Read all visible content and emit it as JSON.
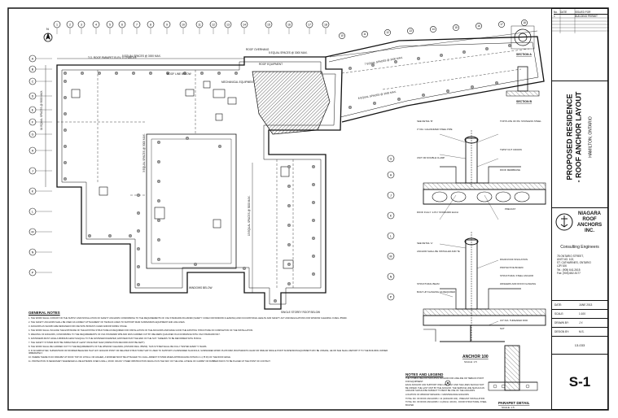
{
  "project": {
    "title_line1": "PROPOSED RESIDENCE",
    "title_line2": "- ROOF ANCHOR LAYOUT",
    "location": "HAMILTON, ONTARIO"
  },
  "revisions": {
    "header": [
      "No.",
      "DATE",
      "ISSUED FOR"
    ],
    "rows": [
      [
        "1",
        "",
        "BUILDING PERMIT"
      ]
    ]
  },
  "company": {
    "name_line1": "NIAGARA",
    "name_line2": "ROOF",
    "name_line3": "ANCHORS",
    "name_line4": "INC.",
    "subtitle": "Consulting Engineers",
    "address": [
      "78 ONTARIO STREET,",
      "UNIT NO. 102,",
      "ST. CATHARINES, ONTARIO",
      "L2R 5J6"
    ],
    "tel": "Tel.: (905) 641-2615",
    "fax": "Fax: (905) 682-5177"
  },
  "sheet_info": {
    "date_label": "DATE:",
    "date_value": "JUNE 2013",
    "scale_label": "SCALE:",
    "scale_value": "1:100",
    "drawn_label": "DRAWN BY:",
    "drawn_value": "J.Y.",
    "design_label": "DESIGN BY:",
    "design_value": "M.S."
  },
  "project_no": "13-033",
  "sheet_no": "S-1",
  "plan_labels": {
    "roof_overhang": "ROOF OVERHANG",
    "roof_equip": "ROOF EQUIPMENT",
    "mechanical": "MECHANICAL EQUIPMENT",
    "spacing_a": "5 EQUAL SPACES @ 3000 MAX.",
    "spacing_b": "7 EQUAL SPACES @ 3000 MAX.",
    "spacing_c": "5 EQUAL SPACES @ 3000 MAX.",
    "spacing_d": "6 EQUAL SPACES @ 3000 MAX.",
    "vertical_a": "11 EQUAL SPACES @ 3000 MAX.",
    "vertical_b": "3 EQUAL SPACES @ 3000 MAX.",
    "vertical_c": "13 EQUAL SPACES @ 3000 MAX.",
    "single_storey": "SINGLE STOREY ROOF BELOW",
    "windows": "WINDOWS BELOW",
    "typ_anchor": "T.O. ROOF PARAPET ELEV. 0.72 ABOVE",
    "roof_below": "ROOF LINE BELOW"
  },
  "grid_letters": [
    "A",
    "B",
    "C",
    "D",
    "E",
    "F",
    "G",
    "H",
    "J",
    "K",
    "L",
    "M",
    "N",
    "P"
  ],
  "grid_numbers": [
    "1",
    "2",
    "3",
    "4",
    "5",
    "6",
    "7",
    "8",
    "9",
    "10",
    "11",
    "12",
    "13",
    "14",
    "15",
    "16",
    "17",
    "18"
  ],
  "general_notes": {
    "title": "GENERAL NOTES",
    "items": [
      "1. THE WORK SHALL CONSIST OF THE SUPPLY AND INSTALLATION OF SAFETY ANCHORS CONFORMING TO THE REQUIREMENTS OF CSA STANDARD Z91-M1990 (SAFETY CODE FOR WINDOW CLEANING) AND OCCUPATIONAL HEALTH AND SAFETY ACT AND REGULATIONS FOR WINDOW CLEANING O.REG. 859/90.",
      "2. THE SAFETY ANCHORS SHALL BE USED AS A DIRECT ATTACHMENT OF TIE BACK LINES TO SUPPORT MAIN SUSPENSION EQUIPMENT AND LIFE LINES.",
      "3. ANCHORS AS SHOWN ARE DESIGNED FOR USE WITH BOSUN'S CHAIR AND/OR SWING STAGE.",
      "4. THE WORK SHALL INCLUDE THE EXPOSURE OF THE EXISTING STRUCTURE AS REQUIRED FOR INSTALLATION OF THE ANCHORS AND MAKE GOOD THE EXISTING STRUCTURE ON COMPLETION OF THE INSTALLATION.",
      "5. WELDING OF ANCHORS, CONFORMING TO THE REQUIREMENTS OF CSA STANDARD W59 AND WAS CARRIED OUT BY WELDERS QUALIFIED IN ACCORDANCE WITH CSA STANDARD W47.",
      "6. FASTENERS MUST HAVE A MINIMUM LENGTH EQUAL TO THE FASTENER DIAMETER, EXPOSED PAST THE END OF THE NUT. THREADS TO BE DEFORMED WITH PUNCH.",
      "7. THE SAFETY SYSTEM MUST BE INSPECTED AT LEAST ONCE PER YEAR (INSPECTION RECORD MUST BE KEPT).",
      "8. THE WORK SHALL BE CARRIED OUT TO THE REQUIREMENTS OF THE WINDOW CLEANING (ONTARIO REG. 859/90). THIS SYSTEM SHALL BE FULLY TESTED EVERY 5 YEARS.",
      "9. IF AN EMPLOYER, SUPERVISOR OR WORKER BELIEVES THAT ANY ANCHOR POINT OR RELATED STRUCTURE THAT IS USED TO SUPPORT A SUSPENDED SCAFFOLD, SUSPENDED WORK PLATFORM, BOATSWAIN'S CHAIR OR SIMILAR SINGLE POINT SUSPENSION EQUIPMENT MAY BE UNSAFE, HE OR SHE SHALL REPORT IT TO THE BUILDING OWNER IMMEDIATELY.",
      "10. WHERE THERE IS NO PARAPET AT ROOF TOP OF 1070mm OR HIGHER, A WORKER MUST BE ATTACHED TO A FALL ARREST SYSTEM WHEN APPROACHING WITHIN 2 m (78 IN) OF THE ROOF EDGE.",
      "11. PROTECTION IS NECESSARY WHENEVER A LINE EXTENDS OVER A WALL, ROOF OR ANY OTHER OBSTRUCTION WHICH IS IN THE WAY OF THE LINE. A PIECE OF CARPET OR RUBBER PAD IS TO BE PLACED AT THE POINT OF CONTACT."
    ]
  },
  "legend": {
    "title": "NOTES AND LEGEND",
    "items": [
      "THE SYMBOL BELOW INDICATES ANCHOR FOR LIFELINE OR TIEBACK POINT FOR EQUIPMENT.",
      "EACH ANCHOR CAN SUPPORT ONE LINE ONLY AND THE LINES SHOULD NOT BE JOINED. THE LAST UNIT BY THE ANCHOR. THE SERVICE LINE SHOULD AN ANCHOR SHOULD BE SUBJECT TO BEST BE USE OF THE ANCHORS.",
      "LOCATION OF WINDOW WASHING = MAINTENANCE ANCHORS",
      "TOTAL NO. OF ROOF ANCHORS = 41 (ANCHOR 100) - PRECAST INSTALLATION",
      "TOTAL NO. OF ROOF ANCHORS = 4 (ANCH. 100-W) - DOOR STRUCTURAL STEEL BOLTED"
    ]
  },
  "details": {
    "anchor_title": "ANCHOR 100",
    "anchor_scale": "SCALE: 1:5",
    "parapet_title": "PARAPET DETAIL",
    "parapet_scale": "SCALE: 1:5",
    "section_a": "SECTION A",
    "section_b": "SECTION B",
    "anchor_notes": [
      "SEE DETAIL 'B'",
      "TOP PLATE OF 6M. STAINLESS STEEL",
      "3\" DIA. GALVANIZED STEEL PIPE",
      "TWIST NUT CROWN",
      "UNIT OR DOUBLE CLAMP",
      "ROOF MEMBRANE",
      "ROOF FULLY: 2-PLY STANDARD EACH PLY SEALED",
      "PRECAST",
      "STRUCTURAL BEAM",
      "RIGID ROOF INSULATION",
      "PROTECTIVE BOARD",
      "SEE DETAIL 'A'",
      "ANCHOR SHALL BE INSTALLED AND TESTED BY LICENSED CONTRACTOR",
      "BUILT-UP FLASHING AS REQUIRED",
      "STRUCTURAL STEEL ANCHOR",
      "WASHERS AND ROOF FLASHING",
      "3/4\" DIA. THREADED ROD",
      "NUT"
    ]
  },
  "north_label": "N"
}
